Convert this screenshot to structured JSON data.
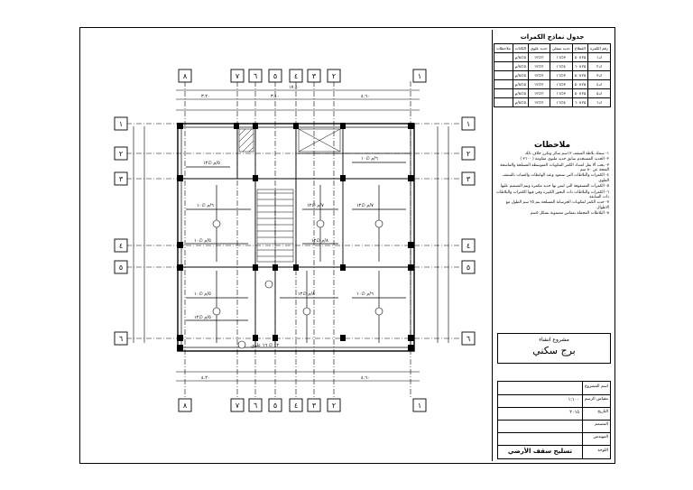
{
  "schedule": {
    "title": "جدول نماذج الكمرات",
    "headers": [
      "رقم الكمرة",
      "القطاع",
      "حديد سفلي",
      "حديد علوي",
      "الكانات",
      "ملاحظات"
    ],
    "rows": [
      [
        "ك١",
        "٢٥×٥٠",
        "٣∅١٦",
        "٢∅١٢",
        "٥∅٨/م",
        ""
      ],
      [
        "ك٢",
        "٢٥×٦٠",
        "٤∅١٦",
        "٢∅١٢",
        "٥∅٨/م",
        ""
      ],
      [
        "ك٣",
        "٢٥×٥٠",
        "٣∅١٦",
        "٢∅١٢",
        "٥∅٨/م",
        ""
      ],
      [
        "ك٤",
        "٢٥×٥٠",
        "٣∅١٦",
        "٢∅١٢",
        "٥∅٨/م",
        ""
      ],
      [
        "ك٥",
        "٢٥×٥٠",
        "٣∅١٦",
        "٢∅١٢",
        "٥∅٨/م",
        ""
      ],
      [
        "ك٦",
        "٢٥×٦٠",
        "٤∅١٦",
        "٢∅١٢",
        "٥∅٨/م",
        ""
      ]
    ]
  },
  "notes": {
    "title": "ملاحظات",
    "items": [
      "١- سمك بلاطة السقف ١٢سم سائر وتكرر خلاف ذلك",
      "٢- الحديد المستخدم سابق حديد ملتوي مقاومة ( ٣٦٠٠ )",
      "٣- يجب ألا يقل امتداد الكمر المكونات المتوسطة المسلحة والماسحة الفتحة عن ٨٠ سم",
      "٤- الكمرات والبلاطات التي ستعود وعند الهابطات والعتبات بالسقف العلوي",
      "٥- الكمرات المسقوفة التي ليس بها حديد مكمرة ويتم التصميم عليها",
      "٦- الكمرات والبلاطات ذات البحور الكبيرة وفي فيها الكمرات والبلاطات ذات السابقة",
      "٧- حديد الكمر لمكونات الخرسانة المسلحة يتم ٢٥ سم الطول مع الاطوال",
      "٨- البلاطات المحملة بمقاس مضمونة بشكل ٥سم"
    ]
  },
  "project": {
    "label": "مشروع انشاء",
    "name": "برج سكني"
  },
  "info": {
    "drawing_no_label": "اسم المشروع",
    "scale_label": "مقياس الرسم",
    "scale_value": "١:١٠٠",
    "date_label": "التاريخ",
    "date_value": "٢٠١٥",
    "designer_label": "المصمم",
    "checker_label": "المهندس"
  },
  "sheet_title": "تسليح سقف الأرضي",
  "sheet_label": "اللوحة",
  "axes": {
    "top": [
      "٨",
      "٧",
      "٦",
      "٥",
      "٤",
      "٣",
      "٢",
      "١"
    ],
    "bottom": [
      "٨",
      "٧",
      "٦",
      "٥",
      "٤",
      "٣",
      "٢",
      "١"
    ],
    "left": [
      "١",
      "٢",
      "٣",
      "٤",
      "٥",
      "٦"
    ],
    "right": [
      "١",
      "٢",
      "٣",
      "٤",
      "٥",
      "٦"
    ]
  },
  "plan_labels": {
    "bar1": "٥/م ∅١٢",
    "bar2": "٦/م ∅١٠",
    "bar3": "٧/م ∅١٢",
    "bar4": "٥/م ∅١٠",
    "bar5": "٨/م ∅١٢",
    "beam_bottom": "١٢ ∅ ١٦ علوي",
    "beam_side": "٥/م∅ ١٢ علوي",
    "dim_a": "٣.٢٠",
    "dim_b": "٣.٤٠",
    "dim_c": "٤.٦٠",
    "dim_d": "٤.٢٠",
    "dim_e": "١٧.٤٠"
  },
  "colors": {
    "line": "#000000",
    "bg": "#ffffff"
  }
}
